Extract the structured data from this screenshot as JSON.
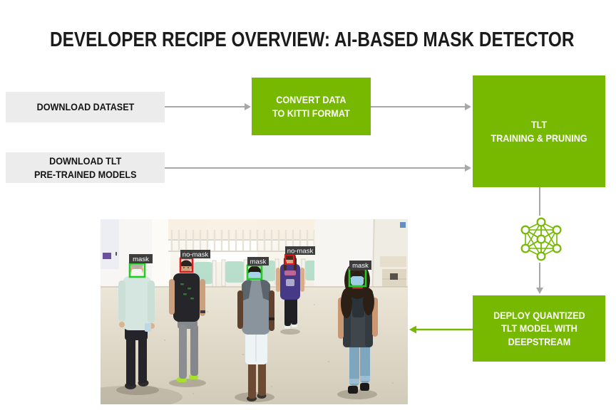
{
  "title": "DEVELOPER RECIPE OVERVIEW: AI-BASED MASK DETECTOR",
  "flow": {
    "download_dataset": {
      "label": "DOWNLOAD DATASET"
    },
    "download_models": {
      "line1": "DOWNLOAD TLT",
      "line2": "PRE-TRAINED MODELS"
    },
    "convert": {
      "line1": "CONVERT DATA",
      "line2": "TO KITTI FORMAT"
    },
    "training": {
      "line1": "TLT",
      "line2": "TRAINING & PRUNING"
    },
    "deploy": {
      "line1": "DEPLOY QUANTIZED",
      "line2": "TLT MODEL WITH",
      "line3": "DEEPSTREAM"
    }
  },
  "photo": {
    "detections": [
      {
        "label": "mask"
      },
      {
        "label": "no-mask"
      },
      {
        "label": "mask"
      },
      {
        "label": "no-mask"
      },
      {
        "label": "mask"
      }
    ]
  },
  "icons": {
    "neural_network": "neural-network-icon"
  },
  "colors": {
    "nvidia_green": "#76b900",
    "arrow_gray": "#a8a8a8",
    "input_box_bg": "#ececec",
    "detection_mask": "#22cc22",
    "detection_no_mask": "#e21b1b",
    "detection_label_bg": "#3d3d3d"
  }
}
